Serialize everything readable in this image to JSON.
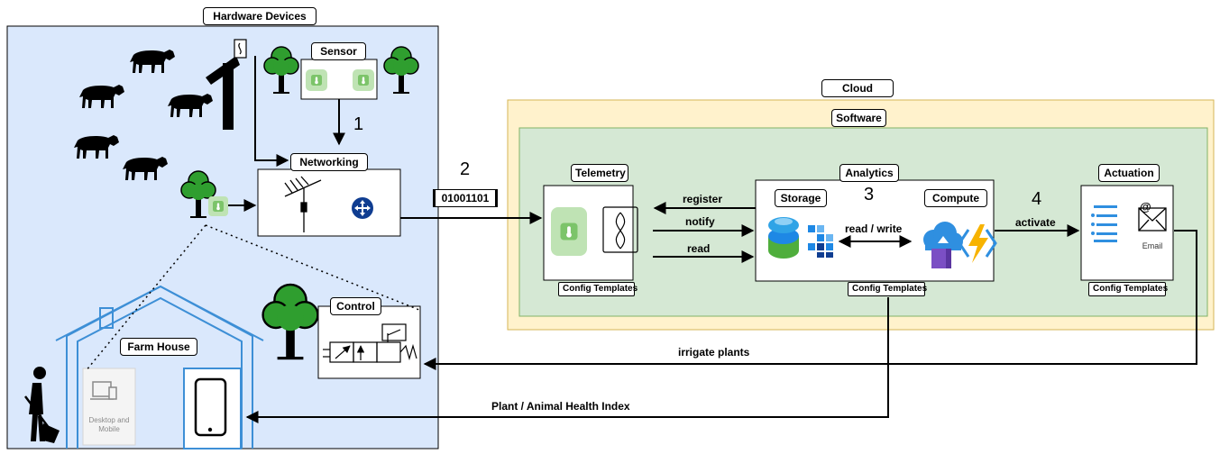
{
  "regions": {
    "hardware_label": "Hardware Devices",
    "cloud_label": "Cloud",
    "software_label": "Software"
  },
  "boxes": {
    "sensor": "Sensor",
    "networking": "Networking",
    "control": "Control",
    "farm_house": "Farm House",
    "telemetry": "Telemetry",
    "analytics": "Analytics",
    "storage": "Storage",
    "compute": "Compute",
    "actuation": "Actuation"
  },
  "config_templates": [
    "Config Templates",
    "Config Templates",
    "Config Templates"
  ],
  "steps": [
    "1",
    "2",
    "3",
    "4"
  ],
  "binary": "01001101",
  "arrows": {
    "register": "register",
    "notify": "notify",
    "read": "read",
    "read_write": "read / write",
    "activate": "activate",
    "irrigate": "irrigate plants",
    "health_index": "Plant / Animal Health Index"
  },
  "devices": {
    "desktop_mobile": "Desktop and\nMobile",
    "email": "Email"
  },
  "colors": {
    "hardware_bg": "#dae8fc",
    "cloud_bg": "#fff2cc",
    "cloud_border": "#d6b656",
    "software_bg": "#d5e8d4",
    "software_border": "#82b366",
    "sensor_green": "#7cc46a",
    "router_blue": "#0f3d91",
    "house_blue": "#3d8fd6"
  }
}
